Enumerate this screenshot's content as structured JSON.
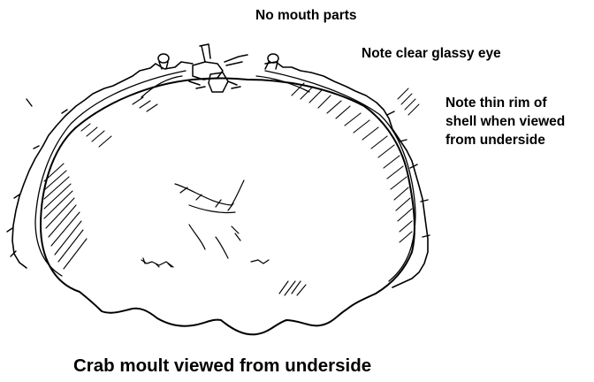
{
  "annotations": {
    "mouth": "No mouth parts",
    "eye": "Note clear glassy eye",
    "rim_lines": [
      "Note thin rim of",
      "shell when viewed",
      "from underside"
    ]
  },
  "caption": "Crab moult viewed from underside",
  "colors": {
    "ink": "#000000",
    "background": "#ffffff"
  }
}
